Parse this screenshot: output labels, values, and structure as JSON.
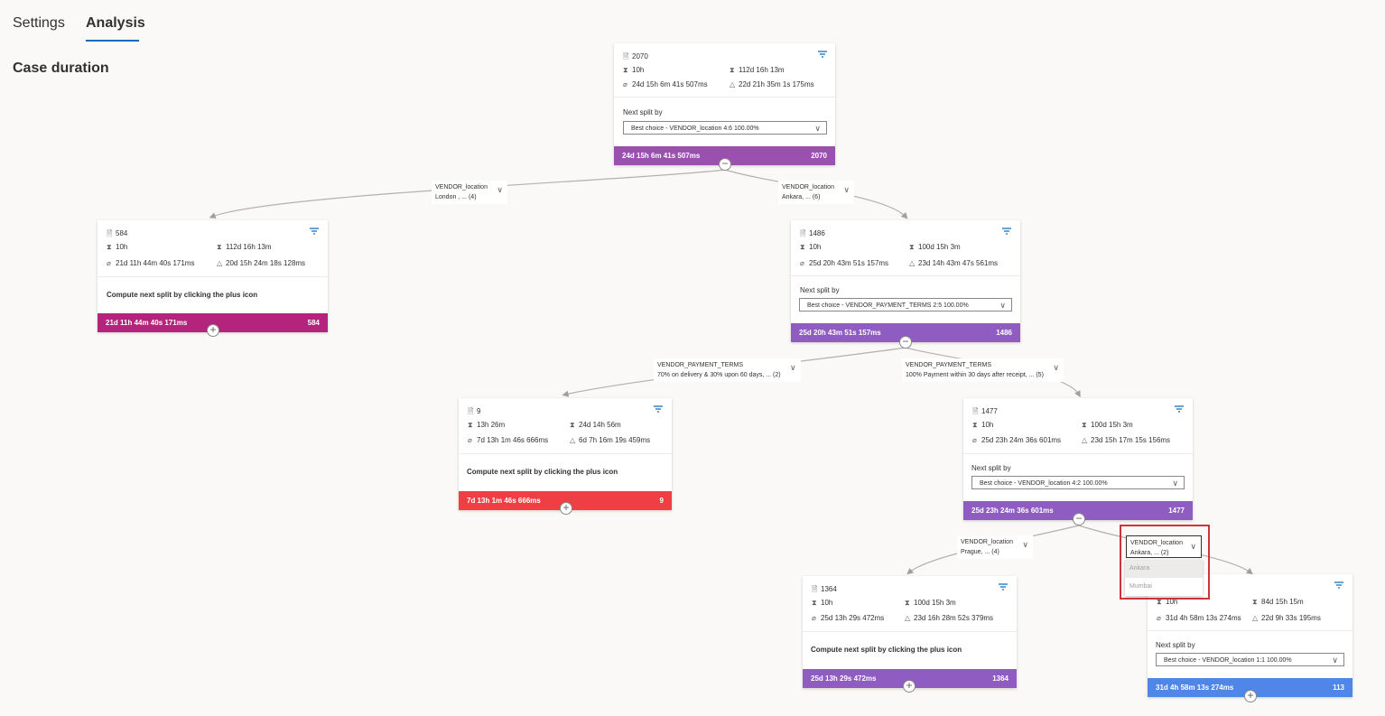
{
  "tabs": {
    "settings": "Settings",
    "analysis": "Analysis"
  },
  "page_title": "Case duration",
  "icons": {
    "count": "caseload-icon",
    "min": "hourglass-min-icon",
    "max": "hourglass-max-icon",
    "avg": "average-icon",
    "stddev": "delta-icon",
    "filter": "filter-icon",
    "collapse": "minus-circle-icon",
    "expand": "plus-circle-icon",
    "dropdown": "chevron-down-icon"
  },
  "split_label": "Next split by",
  "compute_hint": "Compute next split by clicking the plus icon",
  "nodes": {
    "root": {
      "count": "2070",
      "min": "10h",
      "max": "112d 16h 13m",
      "avg": "24d 15h 6m 41s 507ms",
      "std": "22d 21h 35m 1s 175ms",
      "split": "Best choice - VENDOR_location   4:6    100.00%",
      "footer_left": "24d 15h 6m 41s 507ms",
      "footer_right": "2070",
      "color": "#9b4fae"
    },
    "london": {
      "count": "584",
      "min": "10h",
      "max": "112d 16h 13m",
      "avg": "21d 11h 44m 40s 171ms",
      "std": "20d 15h 24m 18s 128ms",
      "footer_left": "21d 11h 44m 40s 171ms",
      "footer_right": "584",
      "color": "#b4237c"
    },
    "ankara": {
      "count": "1486",
      "min": "10h",
      "max": "100d 15h 3m",
      "avg": "25d 20h 43m 51s 157ms",
      "std": "23d 14h 43m 47s 561ms",
      "split": "Best choice - VENDOR_PAYMENT_TERMS   2:5    100.00%",
      "footer_left": "25d 20h 43m 51s 157ms",
      "footer_right": "1486",
      "color": "#8f5cc2"
    },
    "terms70": {
      "count": "9",
      "min": "13h 26m",
      "max": "24d 14h 56m",
      "avg": "7d 13h 1m 46s 666ms",
      "std": "6d 7h 16m 19s 459ms",
      "footer_left": "7d 13h 1m 46s 666ms",
      "footer_right": "9",
      "color": "#f03e45"
    },
    "terms100": {
      "count": "1477",
      "min": "10h",
      "max": "100d 15h 3m",
      "avg": "25d 23h 24m 36s 601ms",
      "std": "23d 15h 17m 15s 156ms",
      "split": "Best choice - VENDOR_location   4:2    100.00%",
      "footer_left": "25d 23h 24m 36s 601ms",
      "footer_right": "1477",
      "color": "#8f5cc2"
    },
    "prague": {
      "count": "1364",
      "min": "10h",
      "max": "100d 15h 3m",
      "avg": "25d 13h 29s 472ms",
      "std": "23d 16h 28m 52s 379ms",
      "footer_left": "25d 13h 29s 472ms",
      "footer_right": "1364",
      "color": "#8f5cc2"
    },
    "ankara2": {
      "min": "10h",
      "max": "84d 15h 15m",
      "avg": "31d 4h 58m 13s 274ms",
      "std": "22d 9h 33s 195ms",
      "split": "Best choice - VENDOR_location   1:1    100.00%",
      "footer_left": "31d 4h 58m 13s 274ms",
      "footer_right": "113",
      "color": "#4f86e8"
    }
  },
  "edges": {
    "e_london": {
      "attr": "VENDOR_location",
      "value": "London , ... (4)"
    },
    "e_ankara": {
      "attr": "VENDOR_location",
      "value": "Ankara, ... (6)"
    },
    "e_terms70": {
      "attr": "VENDOR_PAYMENT_TERMS",
      "value": "70% on delivery & 30% upon 60 days, ... (2)"
    },
    "e_terms100": {
      "attr": "VENDOR_PAYMENT_TERMS",
      "value": "100% Payment within 30 days after receipt, ... (5)"
    },
    "e_prague": {
      "attr": "VENDOR_location",
      "value": "Prague, ... (4)"
    }
  },
  "dropdown": {
    "attr": "VENDOR_location",
    "value": "Ankara, ... (2)",
    "options": [
      "Ankara",
      "Mumbai"
    ]
  }
}
